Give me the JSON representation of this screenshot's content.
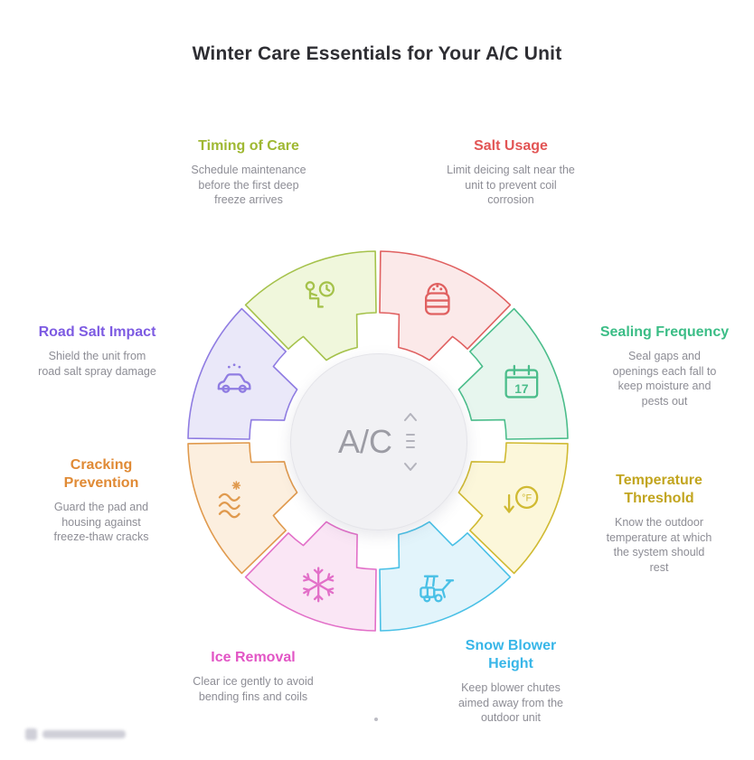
{
  "title": "Winter Care Essentials for Your A/C Unit",
  "center": {
    "label": "A/C"
  },
  "labels": [
    {
      "title": "Timing of Care",
      "color": "#9fb832",
      "desc": "Schedule maintenance\nbefore the first deep\nfreeze arrives"
    },
    {
      "title": "Salt Usage",
      "color": "#e25555",
      "desc": "Limit deicing salt near the\nunit to prevent coil\ncorrosion"
    },
    {
      "title": "Sealing Frequency",
      "color": "#3bbd86",
      "desc": "Seal gaps and\nopenings each fall to\nkeep moisture and\npests out"
    },
    {
      "title": "Temperature\nThreshold",
      "color": "#c2a51f",
      "desc": "Know the outdoor\ntemperature at which\nthe system should\nrest"
    },
    {
      "title": "Snow Blower\nHeight",
      "color": "#38b6e8",
      "desc": "Keep blower chutes\naimed away from the\noutdoor unit"
    },
    {
      "title": "Ice Removal",
      "color": "#e255c5",
      "desc": "Clear ice gently to avoid\nbending fins and coils"
    },
    {
      "title": "Cracking\nPrevention",
      "color": "#e08a35",
      "desc": "Guard the pad and\nhousing against\nfreeze-thaw cracks"
    },
    {
      "title": "Road Salt Impact",
      "color": "#7d5be2",
      "desc": "Shield the unit from\nroad salt spray damage"
    }
  ],
  "wheel": {
    "segments": [
      {
        "name": "salt-usage",
        "icon": "salt-shaker-icon",
        "fill": "#fbe9e9",
        "stroke": "#e06060",
        "glyph": ""
      },
      {
        "name": "sealing-frequency",
        "icon": "calendar-icon",
        "fill": "#e7f6ee",
        "stroke": "#4bbd8b",
        "glyph": "17"
      },
      {
        "name": "temperature-threshold",
        "icon": "thermometer-icon",
        "fill": "#fcf7da",
        "stroke": "#d0ba32",
        "glyph": "°F"
      },
      {
        "name": "snow-blower-height",
        "icon": "snow-blower-icon",
        "fill": "#e2f4fb",
        "stroke": "#49c0e6",
        "glyph": ""
      },
      {
        "name": "ice-removal",
        "icon": "snowflake-icon",
        "fill": "#fae6f5",
        "stroke": "#e26fc8",
        "glyph": ""
      },
      {
        "name": "cracking-prevention",
        "icon": "frozen-waves-icon",
        "fill": "#fcefdf",
        "stroke": "#e09a4e",
        "glyph": ""
      },
      {
        "name": "road-salt-impact",
        "icon": "car-salt-icon",
        "fill": "#eae8f9",
        "stroke": "#8f7ce2",
        "glyph": ""
      },
      {
        "name": "timing-of-care",
        "icon": "person-clock-icon",
        "fill": "#f0f7dc",
        "stroke": "#a5c24b",
        "glyph": ""
      }
    ]
  }
}
